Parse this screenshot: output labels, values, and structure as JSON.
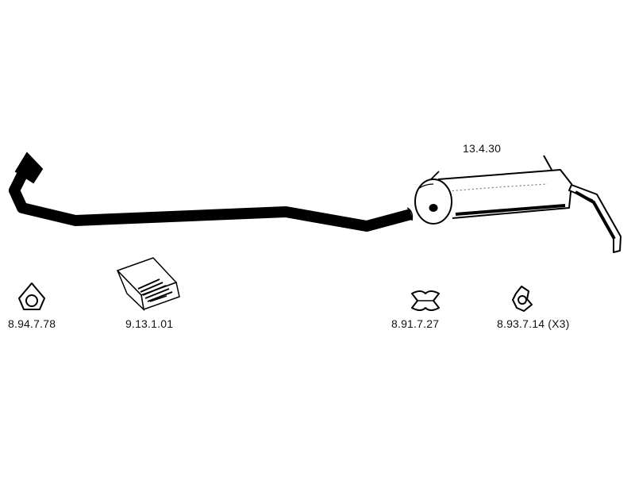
{
  "parts": {
    "silencer_part_no": "13.4.30",
    "gasket_part_no": "8.94.7.78",
    "fitting_kit_part_no": "9.13.1.01",
    "clamp_part_no": "8.91.7.27",
    "flange_gasket_part_no": "8.93.7.14 (X3)"
  },
  "icons": {
    "front_pipe": "exhaust-front-pipe-icon",
    "silencer": "rear-silencer-icon",
    "gasket": "triangular-gasket-icon",
    "fitting_kit": "fitting-kit-box-icon",
    "clamp": "pipe-clamp-icon",
    "flange_gasket": "flange-gasket-icon"
  },
  "colors": {
    "ink": "#000000",
    "background": "#ffffff"
  }
}
